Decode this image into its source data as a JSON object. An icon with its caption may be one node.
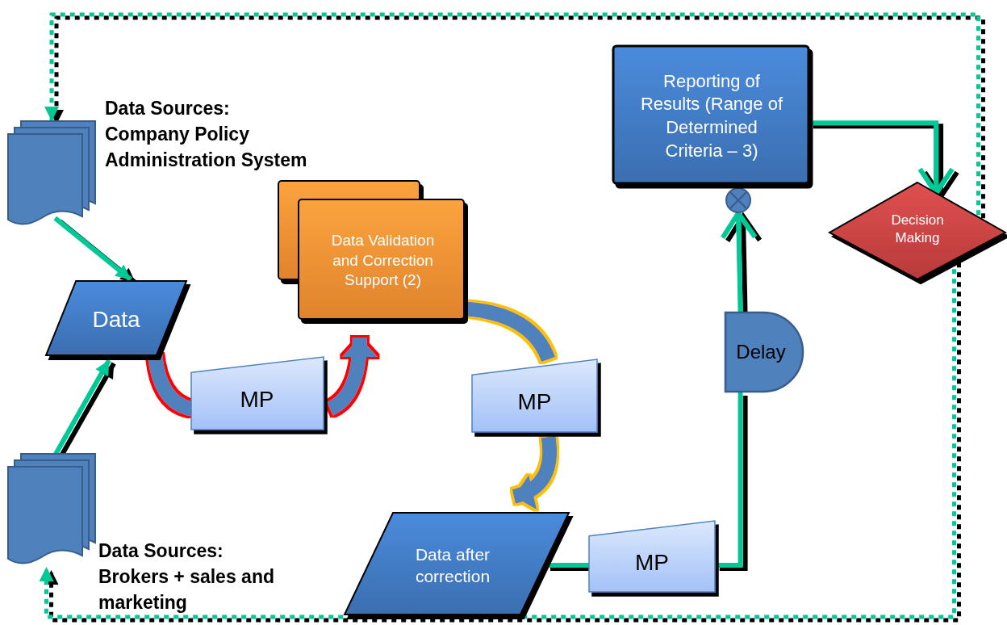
{
  "diagram": {
    "nodes": [
      {
        "text": [],
        "shape": "document",
        "beside": [
          "Data Sources: Company Policy Administration System"
        ]
      },
      {
        "text": [
          "Data"
        ]
      },
      {
        "text": [],
        "shape": "document",
        "beside": [
          "Data Sources: Brokers + sales and marketing"
        ]
      },
      {
        "text": [
          "Data Validation and Correction Support  (2)"
        ]
      },
      {
        "text": [
          "MP"
        ]
      },
      {
        "text": [
          "MP"
        ]
      },
      {
        "text": [
          "Data after correction"
        ]
      },
      {
        "text": [
          "MP"
        ]
      },
      {
        "text": [
          "Delay"
        ]
      },
      {
        "text": [],
        "shape": "circle"
      },
      {
        "text": [
          "Reporting of Results (Range of Determined Criteria – 3)"
        ]
      },
      {
        "text": [
          "Decision Making"
        ]
      }
    ],
    "edges": [
      {
        "from": 0,
        "to": 1,
        "arrow": "to"
      },
      {
        "from": 2,
        "to": 1,
        "arrow": "to"
      },
      {
        "from": 1,
        "to": 4,
        "arrow": "none",
        "style": "thick",
        "color": "#4f81bd"
      },
      {
        "from": 4,
        "to": 3,
        "arrow": "to",
        "style": "thick",
        "color": "#4f81bd"
      },
      {
        "from": 3,
        "to": 5,
        "arrow": "none",
        "style": "thick",
        "color": "#4f81bd"
      },
      {
        "from": 5,
        "to": 6,
        "arrow": "to",
        "style": "thick",
        "color": "#4f81bd"
      },
      {
        "from": 6,
        "to": 7,
        "arrow": "none"
      },
      {
        "from": 7,
        "to": 8,
        "arrow": "none"
      },
      {
        "from": 8,
        "to": 9,
        "arrow": "to"
      },
      {
        "from": 10,
        "to": 11,
        "arrow": "to"
      },
      {
        "from": 11,
        "to": 0,
        "arrow": "to",
        "style": "dashed"
      },
      {
        "from": 11,
        "to": 2,
        "arrow": "to",
        "style": "dashed"
      }
    ]
  }
}
